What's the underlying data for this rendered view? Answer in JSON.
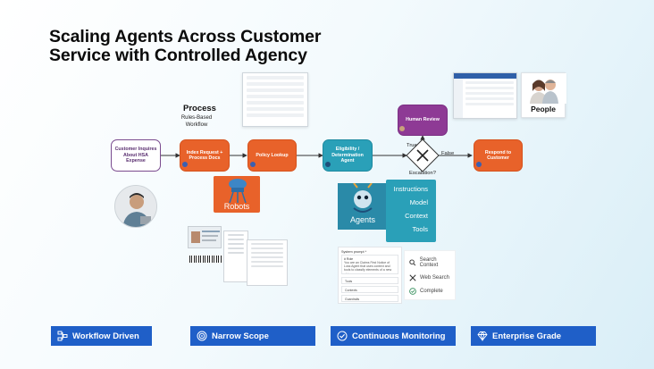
{
  "title": {
    "line1": "Scaling Agents Across Customer",
    "line2": "Service with Controlled Agency"
  },
  "process": {
    "label": "Process",
    "sublabel": "Rules-Based Workflow"
  },
  "nodes": {
    "customer": "Customer Inquires About HSA Expense",
    "index": "Index Request + Process Docs",
    "policy": "Policy Lookup",
    "eligibility": "Eligibility / Determination Agent",
    "human_review": "Human Review",
    "respond": "Respond to Customer"
  },
  "decision": {
    "true_label": "True",
    "false_label": "False",
    "escalation_label": "Escalation?"
  },
  "robots": {
    "label": "Robots"
  },
  "agents": {
    "label": "Agents",
    "items": [
      "Instructions",
      "Model",
      "Context",
      "Tools"
    ]
  },
  "people": {
    "label": "People"
  },
  "prompt_panel": {
    "title": "System prompt *",
    "subtitle": "# Role",
    "body": "You are an Claims First Notice of Loss Agent that uses context and tools to classify elements of a new claim.",
    "rows": [
      "Tools",
      "Contexts",
      "Guardrails"
    ]
  },
  "tool_status": {
    "items": [
      {
        "label": "Search Context",
        "icon": "search-icon"
      },
      {
        "label": "Web Search",
        "icon": "tools-icon"
      },
      {
        "label": "Complete",
        "icon": "check-circle-icon"
      }
    ]
  },
  "badges": [
    {
      "label": "Workflow Driven",
      "icon": "workflow-icon"
    },
    {
      "label": "Narrow Scope",
      "icon": "target-icon"
    },
    {
      "label": "Continuous Monitoring",
      "icon": "check-circle-icon"
    },
    {
      "label": "Enterprise Grade",
      "icon": "diamond-icon"
    }
  ],
  "colors": {
    "orange": "#e8622a",
    "teal": "#2aa0b8",
    "purple": "#8e3a95",
    "badge_blue": "#1f5fc8",
    "outline_purple": "#7a4b8f"
  }
}
